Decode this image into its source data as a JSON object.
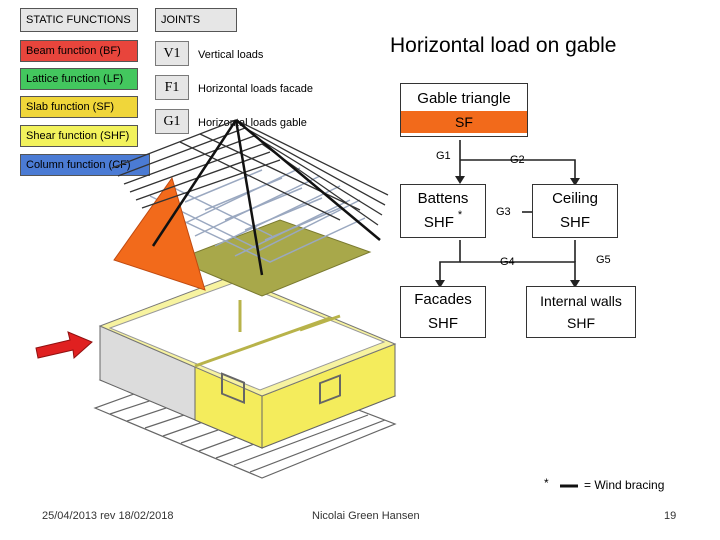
{
  "legend": {
    "static_functions_title": "STATIC FUNCTIONS",
    "joints_title": "JOINTS",
    "functions": [
      {
        "label": "Beam function (BF)",
        "color": "#e8453c"
      },
      {
        "label": "Lattice function (LF)",
        "color": "#43c75e"
      },
      {
        "label": "Slab function (SF)",
        "color": "#f0d63a"
      },
      {
        "label": "Shear function (SHF)",
        "color": "#f2f25c"
      },
      {
        "label": "Column function (CF)",
        "color": "#4b7bd4"
      }
    ],
    "joints": [
      {
        "code": "V1",
        "desc": "Vertical loads"
      },
      {
        "code": "F1",
        "desc": "Horizontal loads facade"
      },
      {
        "code": "G1",
        "desc": "Horizontal loads gable"
      }
    ]
  },
  "title": "Horizontal load on gable",
  "flow": {
    "gable": {
      "title": "Gable triangle",
      "func": "SF",
      "color": "#f26a1b"
    },
    "battens": {
      "title": "Battens",
      "func": "SHF",
      "mark": "*"
    },
    "ceiling": {
      "title": "Ceiling",
      "func": "SHF"
    },
    "facades": {
      "title": "Facades",
      "func": "SHF"
    },
    "internal": {
      "title": "Internal walls",
      "func": "SHF"
    },
    "joints": {
      "g1": "G1",
      "g2": "G2",
      "g3": "G3",
      "g4": "G4",
      "g5": "G5"
    }
  },
  "bracing_note": {
    "star": "*",
    "text": "= Wind bracing"
  },
  "footer": {
    "date": "25/04/2013 rev 18/02/2018",
    "author": "Nicolai Green Hansen",
    "page": "19"
  },
  "colors": {
    "wall_yellow": "#f4ec5c",
    "wall_grey": "#dcdcdc",
    "slab_olive": "#a8a84a",
    "gable_orange": "#f26a1b",
    "arrow_red": "#e02020"
  }
}
